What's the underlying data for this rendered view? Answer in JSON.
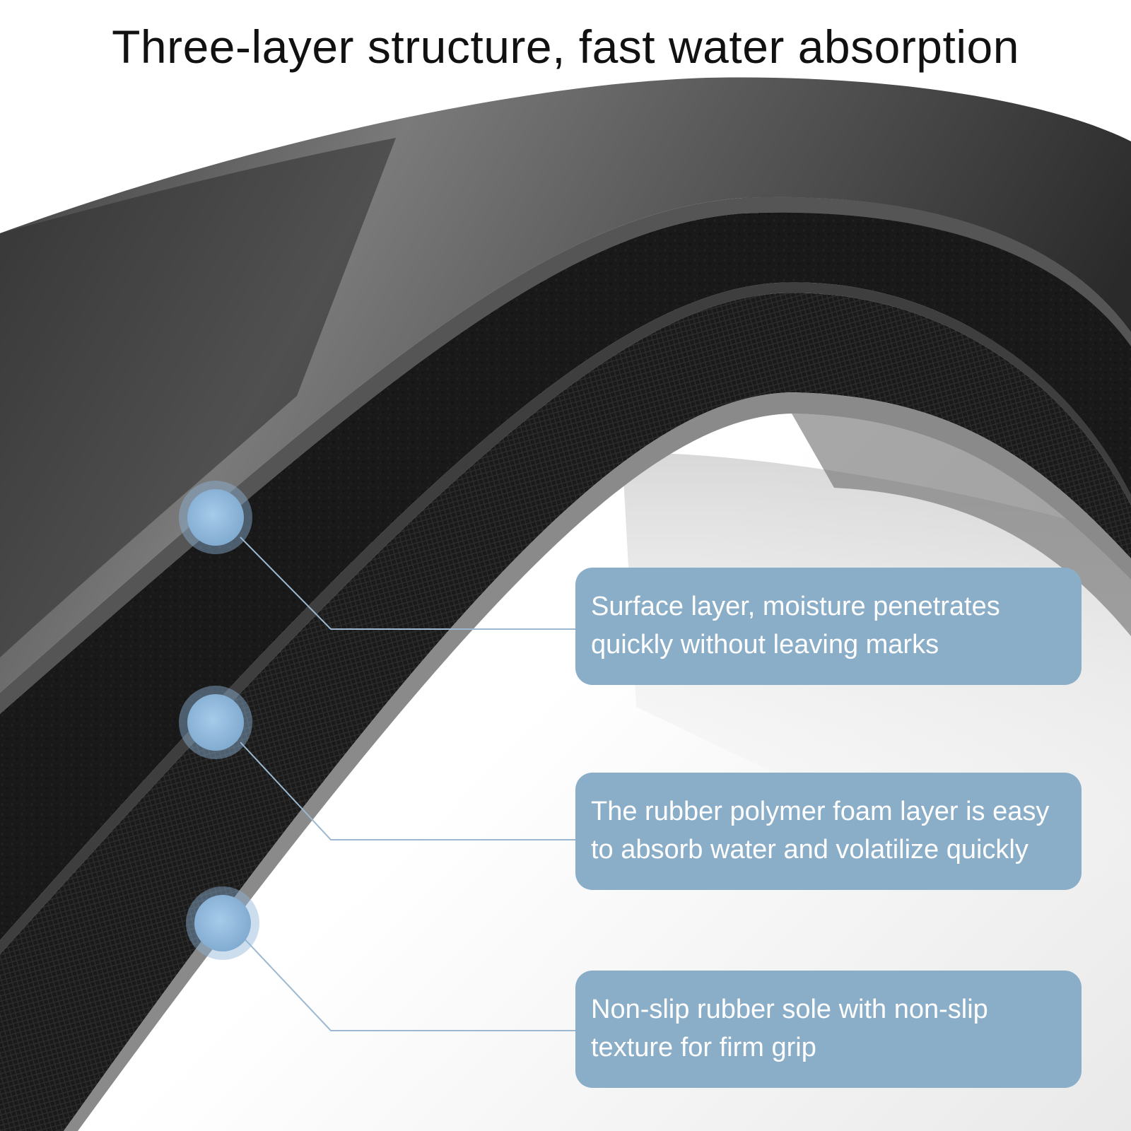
{
  "title": "Three-layer structure, fast water absorption",
  "colors": {
    "callout_fill": "#8AADC8",
    "callout_text": "#FFFFFF",
    "marker_fill": "#8DB6D9",
    "leader_line": "#9BB8D0",
    "mat_surface": "#3A3A3A",
    "foam_layer": "#1E1E1E",
    "sole_layer": "#161616",
    "edge_gray": "#6A6A6A"
  },
  "callouts": [
    {
      "text": "Surface layer, moisture penetrates\nquickly without leaving marks"
    },
    {
      "text": "The rubber polymer foam layer is easy\nto absorb water and volatilize quickly"
    },
    {
      "text": "Non-slip rubber sole with non-slip\ntexture for firm grip"
    }
  ]
}
